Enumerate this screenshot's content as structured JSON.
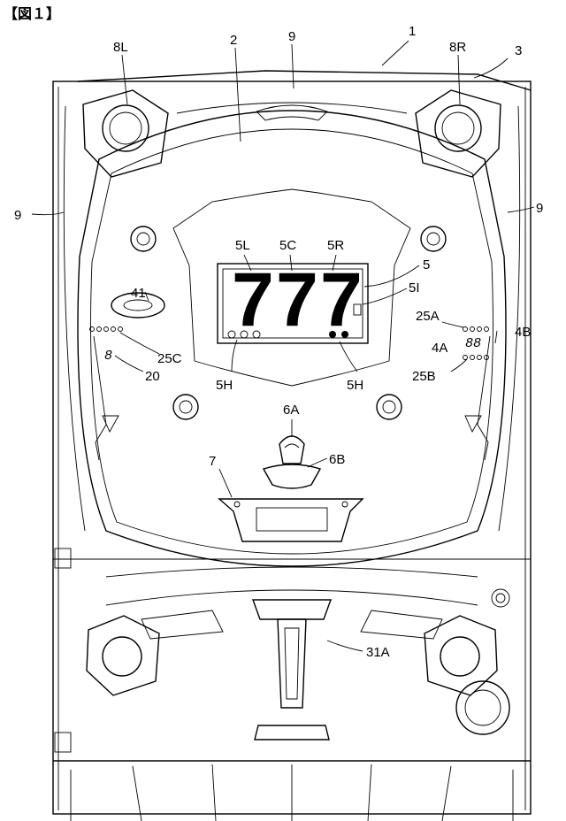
{
  "figure_title": "【図１】",
  "labels": {
    "machine": "1",
    "board": "2",
    "frame": "3",
    "display": "5",
    "reel_left": "5L",
    "reel_center": "5C",
    "reel_right": "5R",
    "pending_left": "5H",
    "pending_right": "5H",
    "status_icon": "5I",
    "start_port_upper": "6A",
    "start_port_lower": "6B",
    "attacker": "7",
    "speaker_left": "8L",
    "speaker_right": "8R",
    "lamp_top": "9",
    "lamp_left": "9",
    "lamp_right": "9",
    "gate": "41",
    "segment_label": "4A",
    "segment_right": "4B",
    "lamp_25a": "25A",
    "lamp_25b": "25B",
    "lamp_25c": "25C",
    "indicator_20": "20",
    "handle": "31A"
  },
  "display_digits": [
    "7",
    "7",
    "7"
  ],
  "segment_glyphs": {
    "left_indicator": "8",
    "right_pair": "88"
  }
}
